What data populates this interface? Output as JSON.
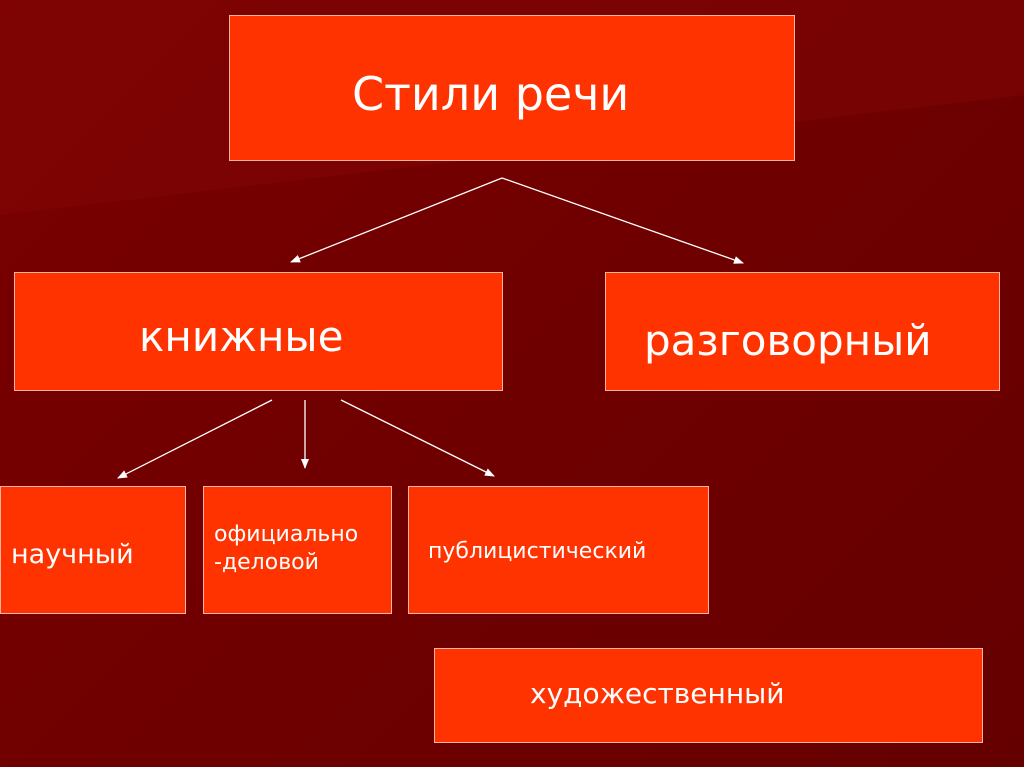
{
  "diagram": {
    "title": "Стили речи",
    "nodes": {
      "bookish": "книжные",
      "colloquial": "разговорный",
      "scientific": "научный",
      "official_line1": "официально",
      "official_line2": "-деловой",
      "publicistic": "публицистический",
      "artistic": "художественный"
    },
    "edges": [
      [
        "title",
        "bookish"
      ],
      [
        "title",
        "colloquial"
      ],
      [
        "bookish",
        "scientific"
      ],
      [
        "bookish",
        "official"
      ],
      [
        "bookish",
        "publicistic"
      ]
    ],
    "colors": {
      "background": "#700000",
      "box_fill": "#ff3300",
      "box_border": "#ffb3a0",
      "text": "#ffffff",
      "arrow": "#ffffff"
    }
  }
}
